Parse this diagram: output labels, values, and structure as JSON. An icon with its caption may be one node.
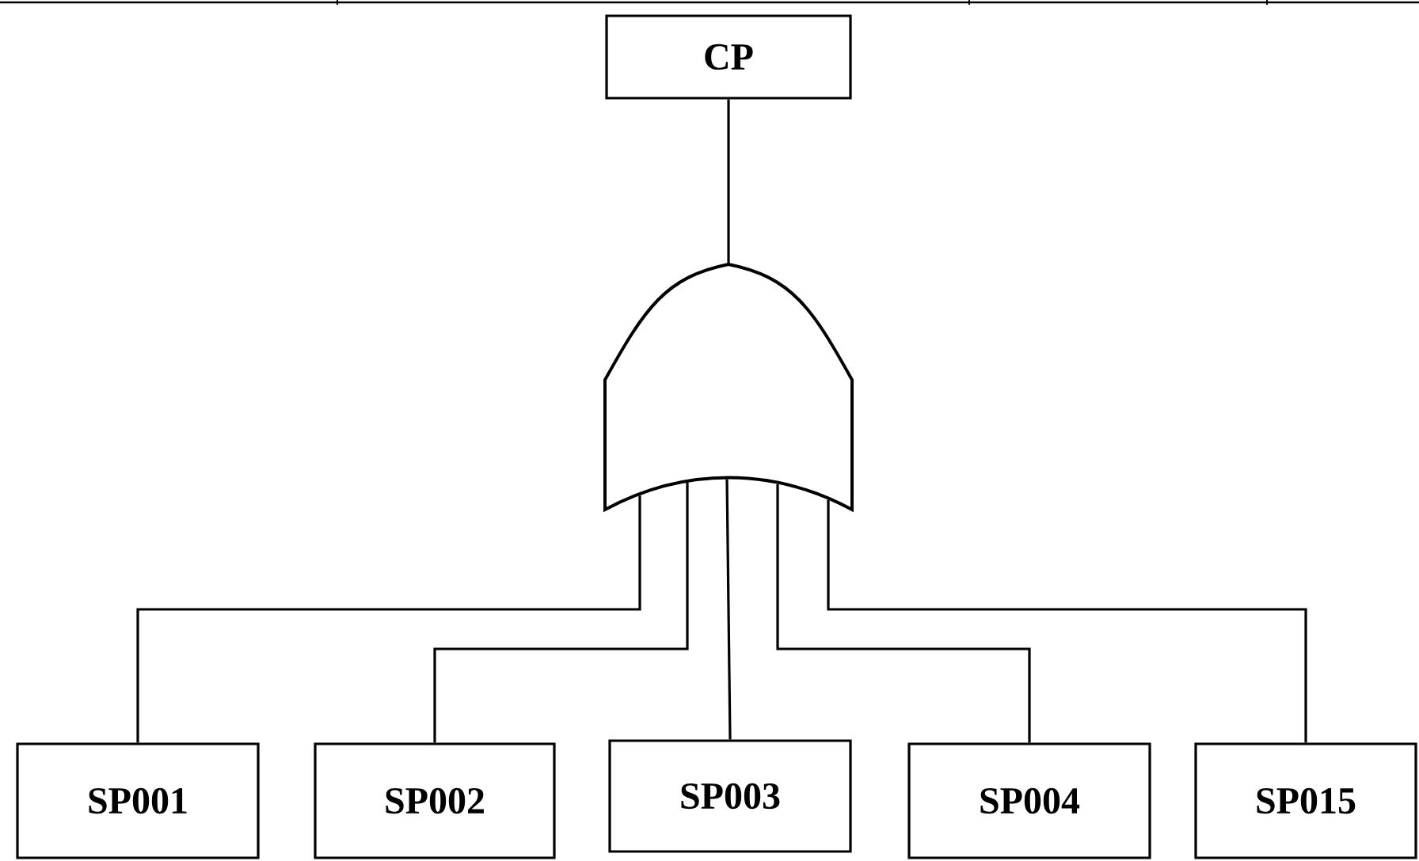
{
  "diagram": {
    "nodes": [
      {
        "text": [
          "CP"
        ]
      },
      {
        "text": [],
        "shape": "gate"
      },
      {
        "text": [
          "SP001"
        ]
      },
      {
        "text": [
          "SP002"
        ]
      },
      {
        "text": [
          "SP003"
        ]
      },
      {
        "text": [
          "SP004"
        ]
      },
      {
        "text": [
          "SP015"
        ]
      }
    ],
    "edges": [
      {
        "from": 0,
        "to": 1,
        "arrow": "none"
      },
      {
        "from": 1,
        "to": 2,
        "arrow": "none"
      },
      {
        "from": 1,
        "to": 3,
        "arrow": "none"
      },
      {
        "from": 1,
        "to": 4,
        "arrow": "none"
      },
      {
        "from": 1,
        "to": 5,
        "arrow": "none"
      },
      {
        "from": 1,
        "to": 6,
        "arrow": "none"
      }
    ]
  }
}
